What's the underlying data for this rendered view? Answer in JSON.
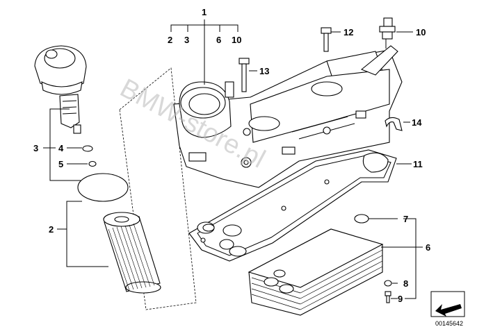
{
  "watermark": "BMW-store.pl",
  "diagram_code": "00145642",
  "callouts": {
    "c1": "1",
    "c2a": "2",
    "c3a": "3",
    "c6a": "6",
    "c10a": "10",
    "c12": "12",
    "c10b": "10",
    "c13": "13",
    "c14": "14",
    "c3b": "3",
    "c4": "4",
    "c5": "5",
    "c11": "11",
    "c2b": "2",
    "c7": "7",
    "c6b": "6",
    "c8": "8",
    "c9": "9"
  }
}
